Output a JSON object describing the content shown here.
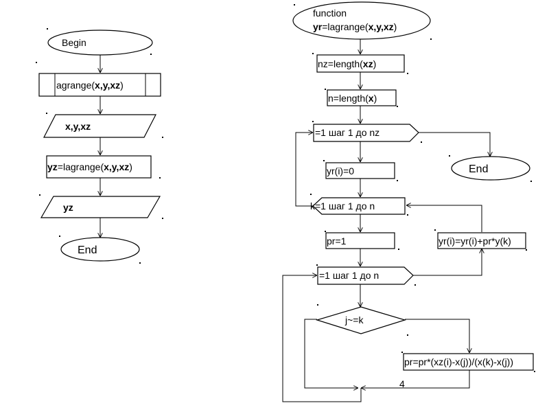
{
  "main": {
    "begin": "Begin",
    "call": {
      "pre": "agrange(",
      "args": "x,y,xz",
      "post": ")"
    },
    "input": "x,y,xz",
    "assign": {
      "lhs": "yz",
      "mid": "=lagrange(",
      "args": "x,y,xz",
      "post": ")"
    },
    "output": "yz",
    "end": "End"
  },
  "func": {
    "header_line1": "function",
    "header": {
      "lhs": "yr",
      "mid": "=lagrange(",
      "args": "x,y,xz",
      "post": ")"
    },
    "nz": {
      "pre": "nz=length(",
      "arg": "xz",
      "post": ")"
    },
    "n": {
      "pre": "n=length(",
      "arg": "x",
      "post": ")"
    },
    "loop_i": "=1 шаг 1 до nz",
    "end": "End",
    "yr_init": "yr(i)=0",
    "loop_k": "k=1 шаг 1 до n",
    "pr_init": "pr=1",
    "yr_update": "yr(i)=yr(i)+pr*y(k)",
    "loop_j": "=1 шаг 1 до n",
    "cond": "j~=k",
    "pr_update": "pr=pr*(xz(i)-x(j))/(x(k)-x(j))",
    "connector_label": "4"
  }
}
